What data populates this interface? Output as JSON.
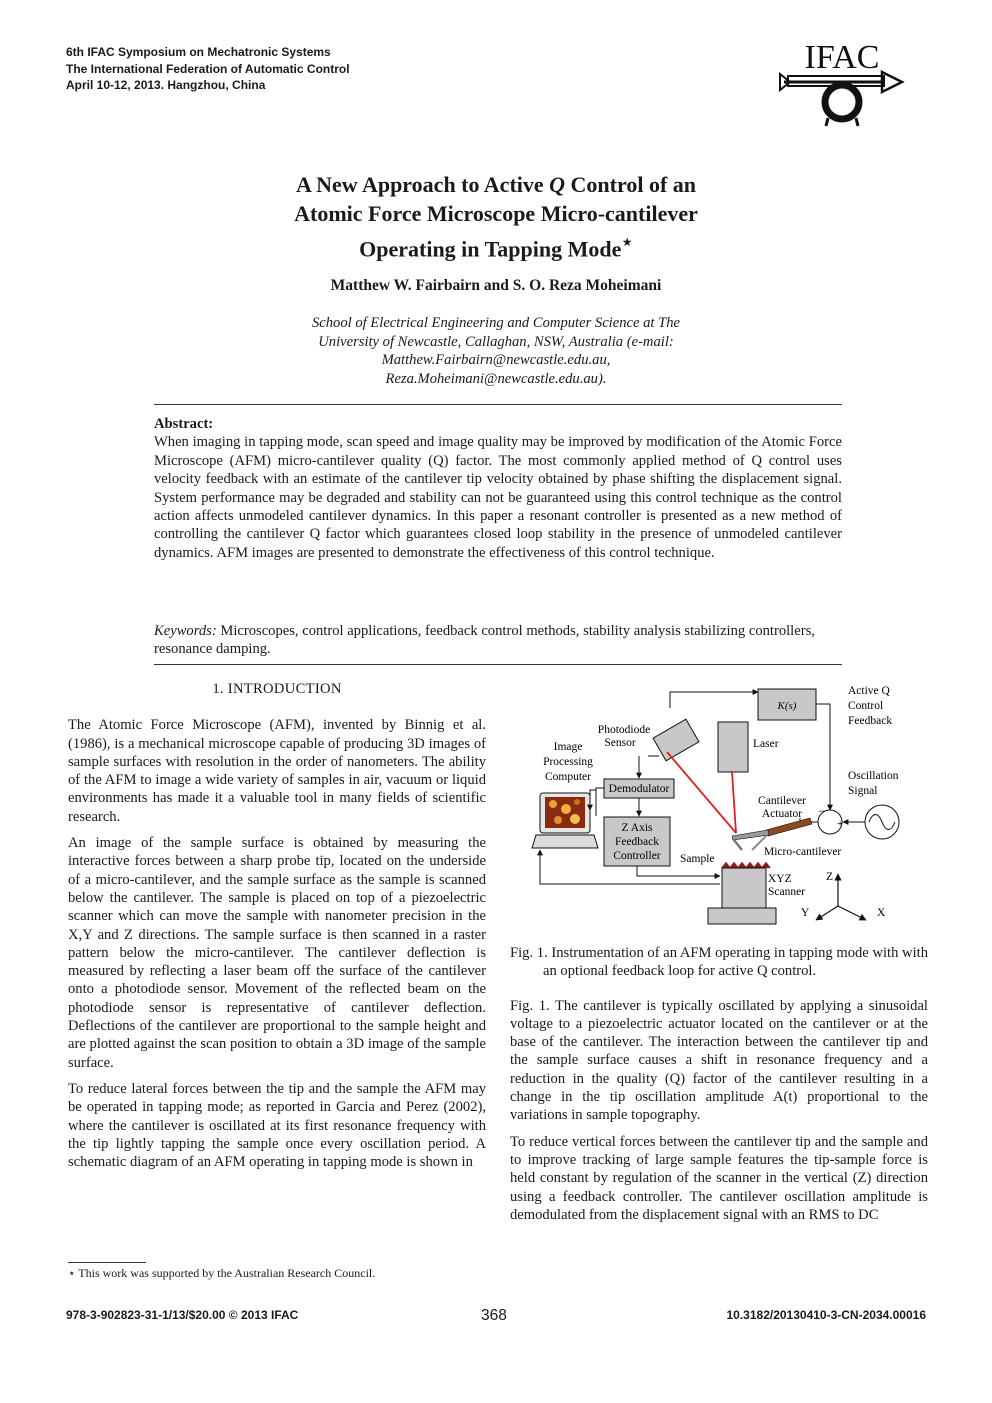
{
  "header": {
    "lines": [
      "6th IFAC Symposium on Mechatronic Systems",
      "The International Federation of Automatic Control",
      "April 10-12, 2013. Hangzhou, China"
    ],
    "logo_text": "IFAC"
  },
  "title": {
    "line1": "A New Approach to Active Q Control of an",
    "line2": "Atomic Force Microscope Micro-cantilever",
    "line3": "Operating in Tapping Mode",
    "star": "⋆"
  },
  "authors": "Matthew W. Fairbairn and  S. O. Reza Moheimani",
  "affiliation": {
    "line1": "School of Electrical Engineering and Computer Science at The",
    "line2": "University of Newcastle, Callaghan, NSW, Australia (e-mail:",
    "line3": "Matthew.Fairbairn@newcastle.edu.au,",
    "line4": "Reza.Moheimani@newcastle.edu.au)."
  },
  "abstract": {
    "heading": "Abstract:",
    "text": "When imaging in tapping mode, scan speed and image quality may be improved by modification of the Atomic Force Microscope (AFM) micro-cantilever quality (Q) factor. The most commonly applied method of Q control uses velocity feedback with an estimate of the cantilever tip velocity obtained by phase shifting the displacement signal. System performance may be degraded and stability can not be guaranteed using this control technique as the control action affects unmodeled cantilever dynamics. In this paper a resonant controller is presented as a new method of controlling the cantilever Q factor which guarantees closed loop stability in the presence of unmodeled cantilever dynamics. AFM images are presented to demonstrate the effectiveness of this control technique."
  },
  "keywords": {
    "label": "Keywords:",
    "text": " Microscopes, control applications, feedback control methods, stability analysis stabilizing controllers, resonance damping."
  },
  "introduction": {
    "heading": "1.  INTRODUCTION",
    "paragraphs": [
      "The Atomic Force Microscope (AFM), invented by Binnig et al. (1986), is a mechanical microscope capable of producing 3D images of sample surfaces with resolution in the order of nanometers. The ability of the AFM to image a wide variety of samples in air, vacuum or liquid environments has made it a valuable tool in many fields of scientific research.",
      "An image of the sample surface is obtained by measuring the interactive forces between a sharp probe tip, located on the underside of a micro-cantilever, and the sample surface as the sample is scanned below the cantilever. The sample is placed on top of a piezoelectric scanner which can move the sample with nanometer precision in the X,Y and Z directions. The sample surface is then scanned in a raster pattern below the micro-cantilever. The cantilever deflection is measured by reflecting a laser beam off the surface of the cantilever onto a photodiode sensor. Movement of the reflected beam on the photodiode sensor is representative of cantilever deflection. Deflections of the cantilever are proportional to the sample height and are plotted against the scan position to obtain a 3D image of the sample surface.",
      "To reduce lateral forces between the tip and the sample the AFM may be operated in tapping mode; as reported in Garcia and Perez (2002), where the cantilever is oscillated at its first resonance frequency with the tip lightly tapping the sample once every oscillation period. A schematic diagram of an AFM operating in tapping mode is shown in"
    ],
    "right_paragraphs": [
      "Fig. 1. The cantilever is typically oscillated by applying a sinusoidal voltage to a piezoelectric actuator located on the cantilever or at the base of the cantilever. The interaction between the cantilever tip and the sample surface causes a shift in resonance frequency and a reduction in the quality (Q) factor of the cantilever resulting in a change in the tip oscillation amplitude A(t) proportional to the variations in sample topography.",
      "To reduce vertical forces between the cantilever tip and the sample and to improve tracking of large sample features the tip-sample force is held constant by regulation of the scanner in the vertical (Z) direction using a feedback controller. The cantilever oscillation amplitude is demodulated from the displacement signal with an RMS to DC"
    ]
  },
  "figure": {
    "caption": "Fig. 1. Instrumentation of an AFM operating in tapping mode with with an optional feedback loop for active Q control.",
    "labels": {
      "ks": "K(s)",
      "active_q_1": "Active Q",
      "active_q_2": "Control",
      "active_q_3": "Feedback",
      "photodiode_1": "Photodiode",
      "photodiode_2": "Sensor",
      "laser": "Laser",
      "image_1": "Image",
      "image_2": "Processing",
      "image_3": "Computer",
      "demodulator": "Demodulator",
      "osc_1": "Oscillation",
      "osc_2": "Signal",
      "cant_act_1": "Cantilever",
      "cant_act_2": "Actuator",
      "zaxis_1": "Z Axis",
      "zaxis_2": "Feedback",
      "zaxis_3": "Controller",
      "sample": "Sample",
      "micro": "Micro-cantilever",
      "xyz_1": "XYZ",
      "xyz_2": "Scanner",
      "axis_z": "Z",
      "axis_y": "Y",
      "axis_x": "X",
      "minus": "−",
      "plus": "+"
    }
  },
  "footnote": "⋆  This work was supported by the Australian Research Council.",
  "footer": {
    "left": "978-3-902823-31-1/13/$20.00 © 2013 IFAC",
    "page": "368",
    "right": "10.3182/20130410-3-CN-2034.00016"
  },
  "colors": {
    "laser_beam": "#e02020",
    "block_fill": "#c8c8c8",
    "actuator": "#8b4a1f"
  }
}
